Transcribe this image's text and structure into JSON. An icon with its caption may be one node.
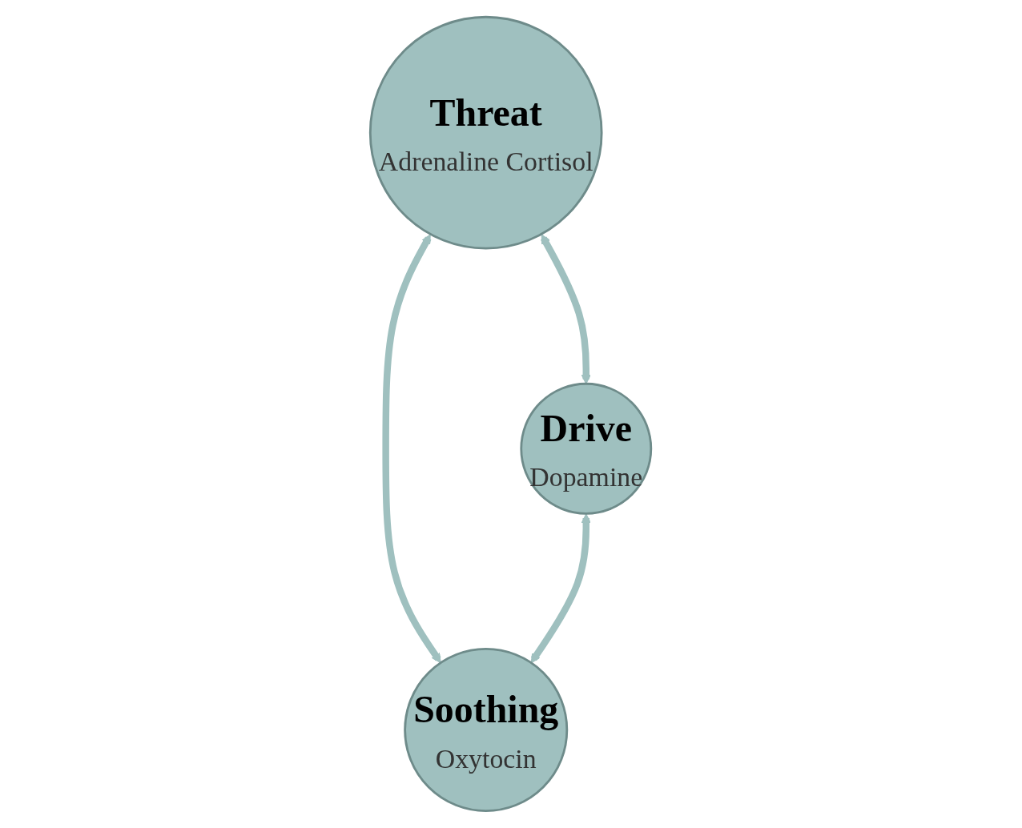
{
  "diagram": {
    "nodes": [
      {
        "text": [
          "Threat",
          "Adrenaline Cortisol"
        ]
      },
      {
        "text": [
          "Drive",
          "Dopamine"
        ]
      },
      {
        "text": [
          "Soothing",
          "Oxytocin"
        ]
      }
    ],
    "edges": [
      {
        "from": 0,
        "to": 1,
        "arrow": "both"
      },
      {
        "from": 0,
        "to": 2,
        "arrow": "both"
      },
      {
        "from": 1,
        "to": 2,
        "arrow": "both"
      }
    ]
  }
}
